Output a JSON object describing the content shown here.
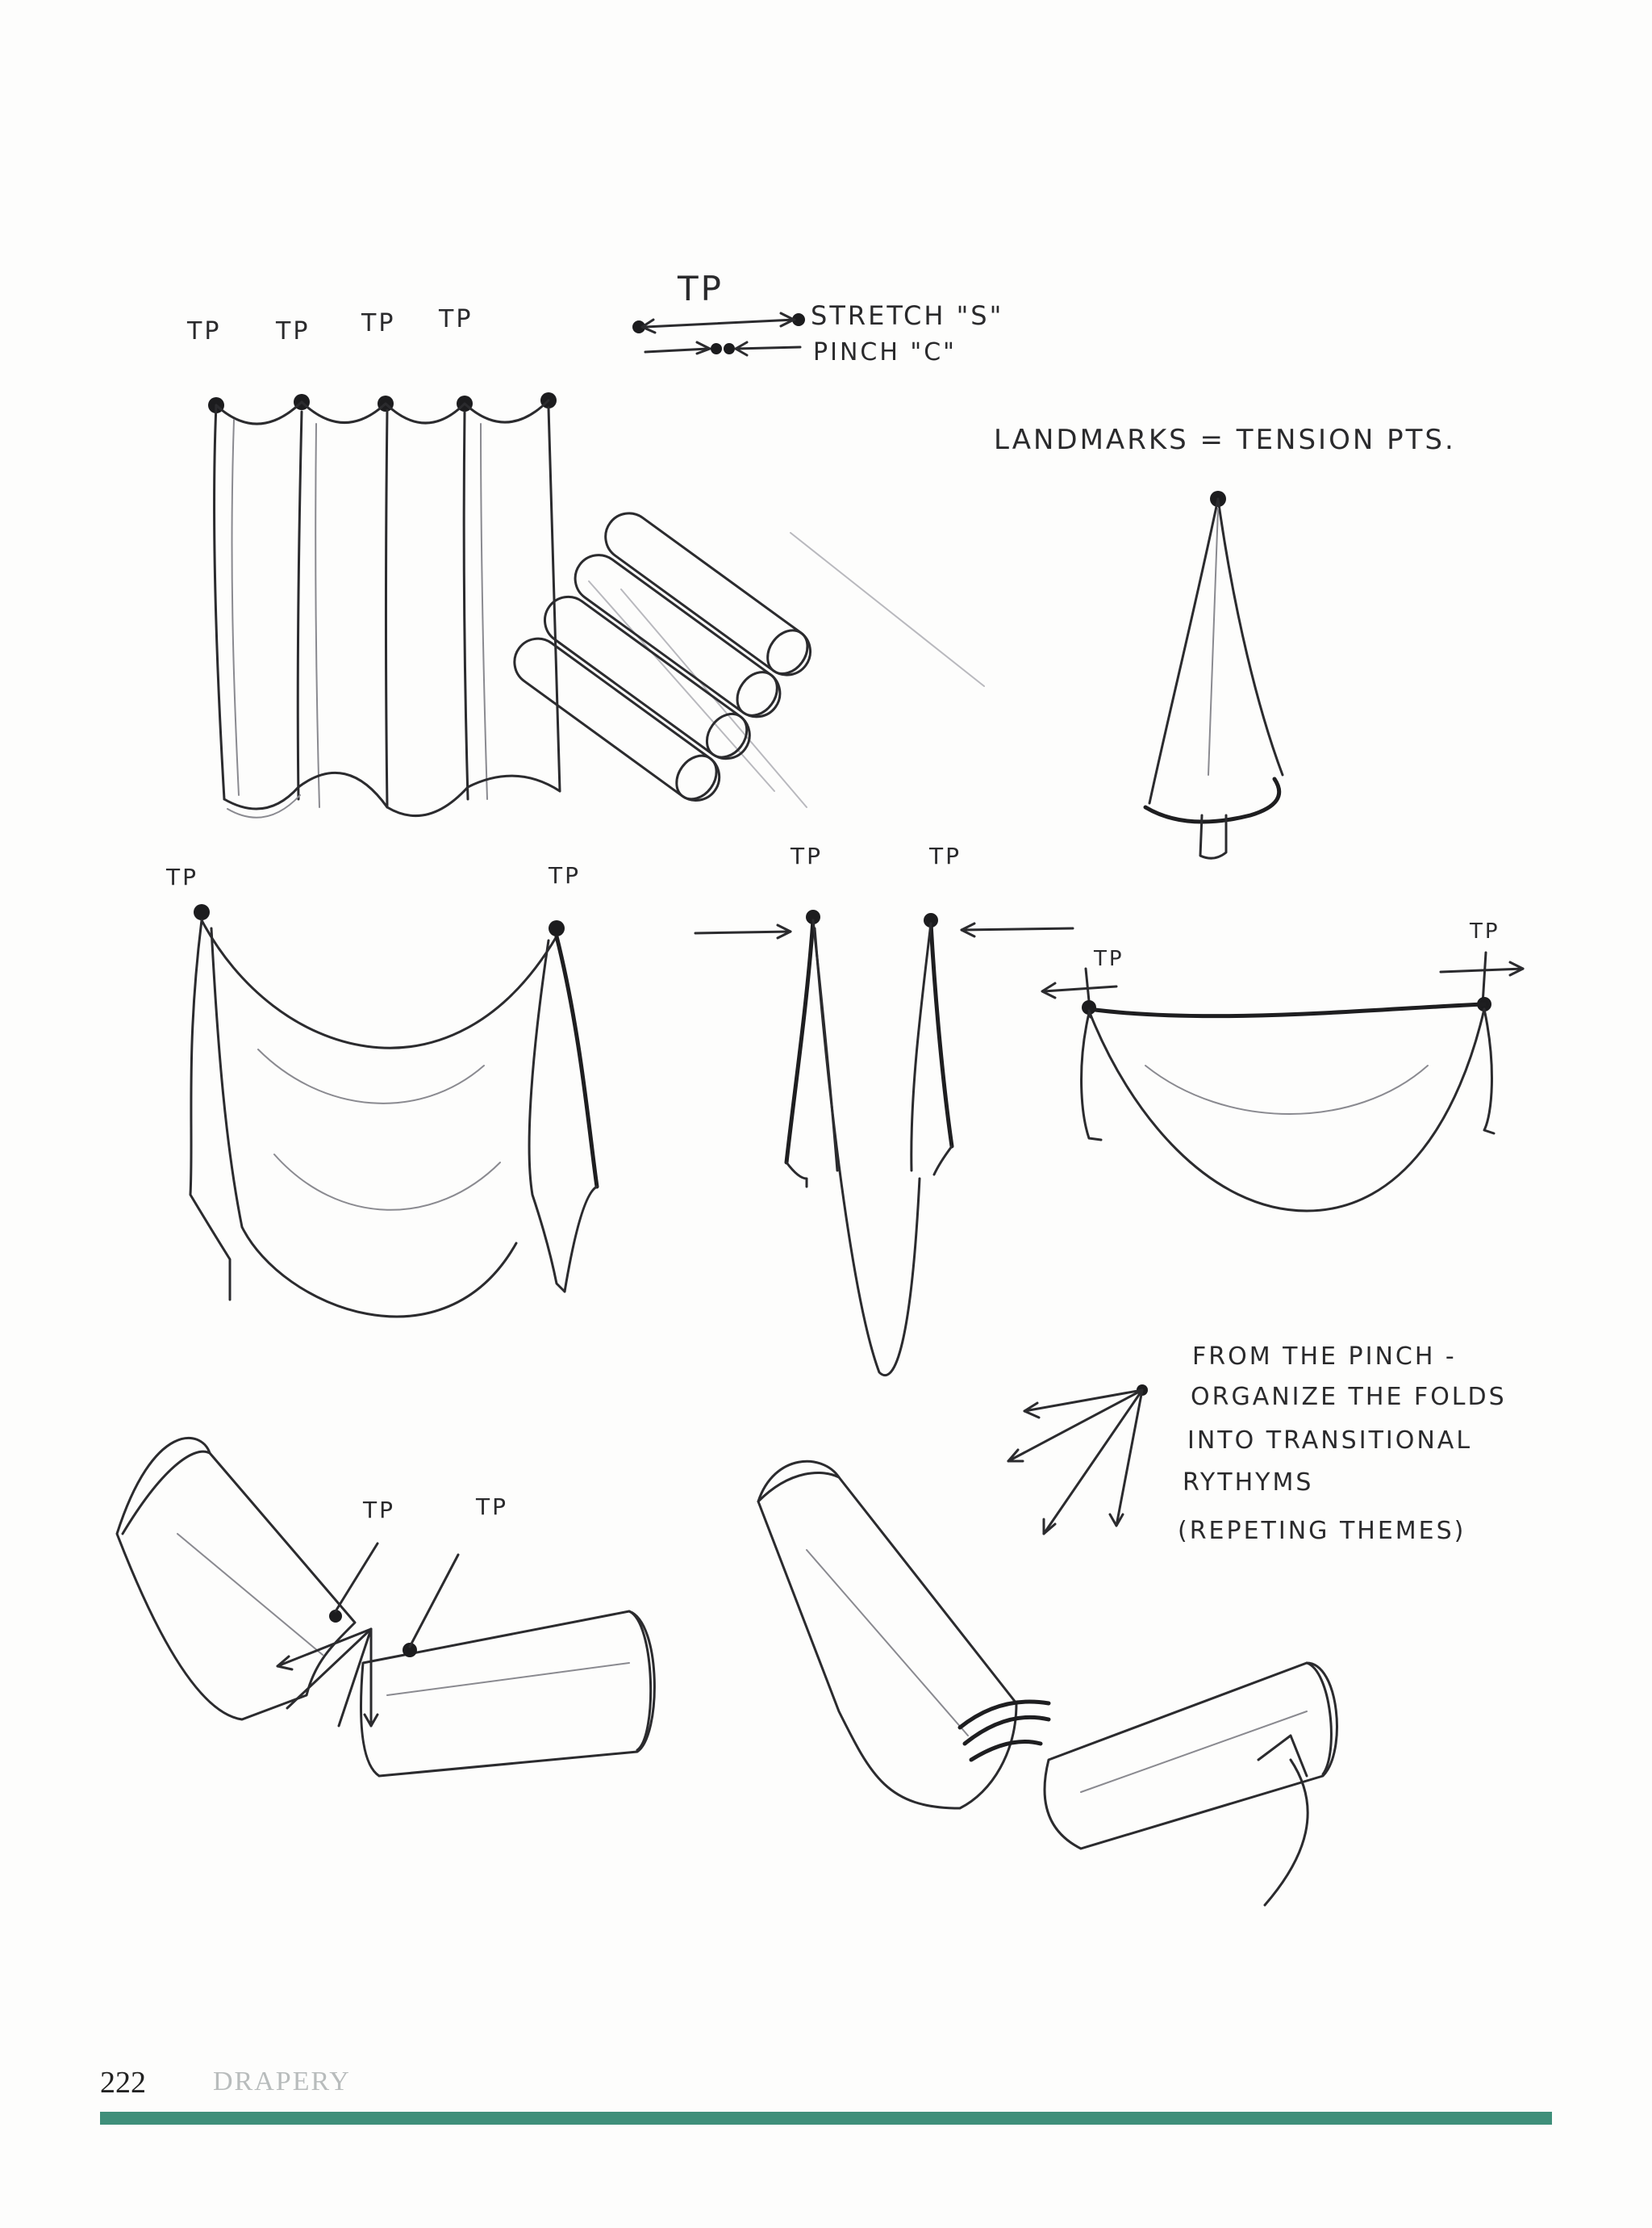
{
  "labels": {
    "tp": "TP",
    "stretch": "STRETCH \"S\"",
    "pinch": "PINCH \"C\"",
    "landmarks": "LANDMARKS = TENSION PTS.",
    "note_lines": [
      "FROM THE PINCH -",
      "ORGANIZE THE FOLDS",
      "INTO TRANSITIONAL",
      "RYTHYMS",
      "(REPETING THEMES)"
    ]
  },
  "footer": {
    "page_number": "222",
    "section_title": "DRAPERY",
    "rule_color": "#3f8f7a"
  }
}
